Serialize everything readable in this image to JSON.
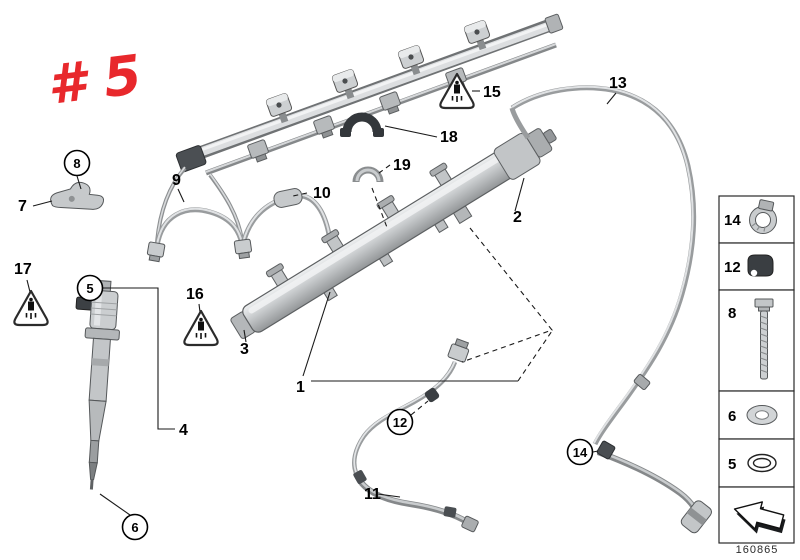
{
  "title": {
    "text": "# 5",
    "color": "#e8282c"
  },
  "callouts": {
    "item1": "1",
    "item2": "2",
    "item3": "3",
    "item4": "4",
    "item5": "5",
    "item6": "6",
    "item7": "7",
    "item8": "8",
    "item9": "9",
    "item10": "10",
    "item11": "11",
    "item12": "12",
    "item13": "13",
    "item14": "14",
    "item15": "15",
    "item16": "16",
    "item17": "17",
    "item18": "18",
    "item19": "19"
  },
  "legend": {
    "items": [
      {
        "label": "14",
        "icon": "hose-clamp-icon"
      },
      {
        "label": "12",
        "icon": "grommet-icon"
      },
      {
        "label": "8",
        "icon": "bolt-icon"
      },
      {
        "label": "6",
        "icon": "washer-icon"
      },
      {
        "label": "5",
        "icon": "o-ring-icon"
      },
      {
        "label": "",
        "icon": "direction-arrow-icon"
      }
    ]
  },
  "footer": {
    "doc_number": "160865"
  }
}
